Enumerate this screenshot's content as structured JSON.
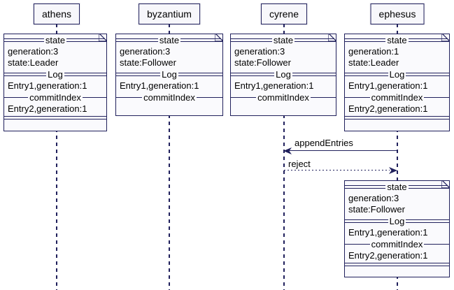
{
  "colors": {
    "line": "#20205c",
    "text": "#000000",
    "note_bg": "#fafafd",
    "participant_bg": "#f7f7fb",
    "background": "#ffffff"
  },
  "participants": [
    {
      "label": "athens"
    },
    {
      "label": "byzantium"
    },
    {
      "label": "cyrene"
    },
    {
      "label": "ephesus"
    }
  ],
  "notes": [
    {
      "owner": "athens",
      "header": "state",
      "generation": "generation:3",
      "role": "state:Leader",
      "log_header": "Log",
      "log_entry": "Entry1,generation:1",
      "commit_header": "commitIndex",
      "commit_entry": "Entry2,generation:1"
    },
    {
      "owner": "byzantium",
      "header": "state",
      "generation": "generation:3",
      "role": "state:Follower",
      "log_header": "Log",
      "log_entry": "Entry1,generation:1",
      "commit_header": "commitIndex"
    },
    {
      "owner": "cyrene",
      "header": "state",
      "generation": "generation:3",
      "role": "state:Follower",
      "log_header": "Log",
      "log_entry": "Entry1,generation:1",
      "commit_header": "commitIndex"
    },
    {
      "owner": "ephesus",
      "header": "state",
      "generation": "generation:1",
      "role": "state:Leader",
      "log_header": "Log",
      "log_entry": "Entry1,generation:1",
      "commit_header": "commitIndex",
      "commit_entry": "Entry2,generation:1"
    },
    {
      "owner": "ephesus",
      "header": "state",
      "generation": "generation:3",
      "role": "state:Follower",
      "log_header": "Log",
      "log_entry": "Entry1,generation:1",
      "commit_header": "commitIndex",
      "commit_entry": "Entry2,generation:1"
    }
  ],
  "messages": [
    {
      "label": "appendEntries",
      "from": "ephesus",
      "to": "cyrene",
      "line": "solid"
    },
    {
      "label": "reject",
      "from": "cyrene",
      "to": "ephesus",
      "line": "dashed"
    }
  ]
}
